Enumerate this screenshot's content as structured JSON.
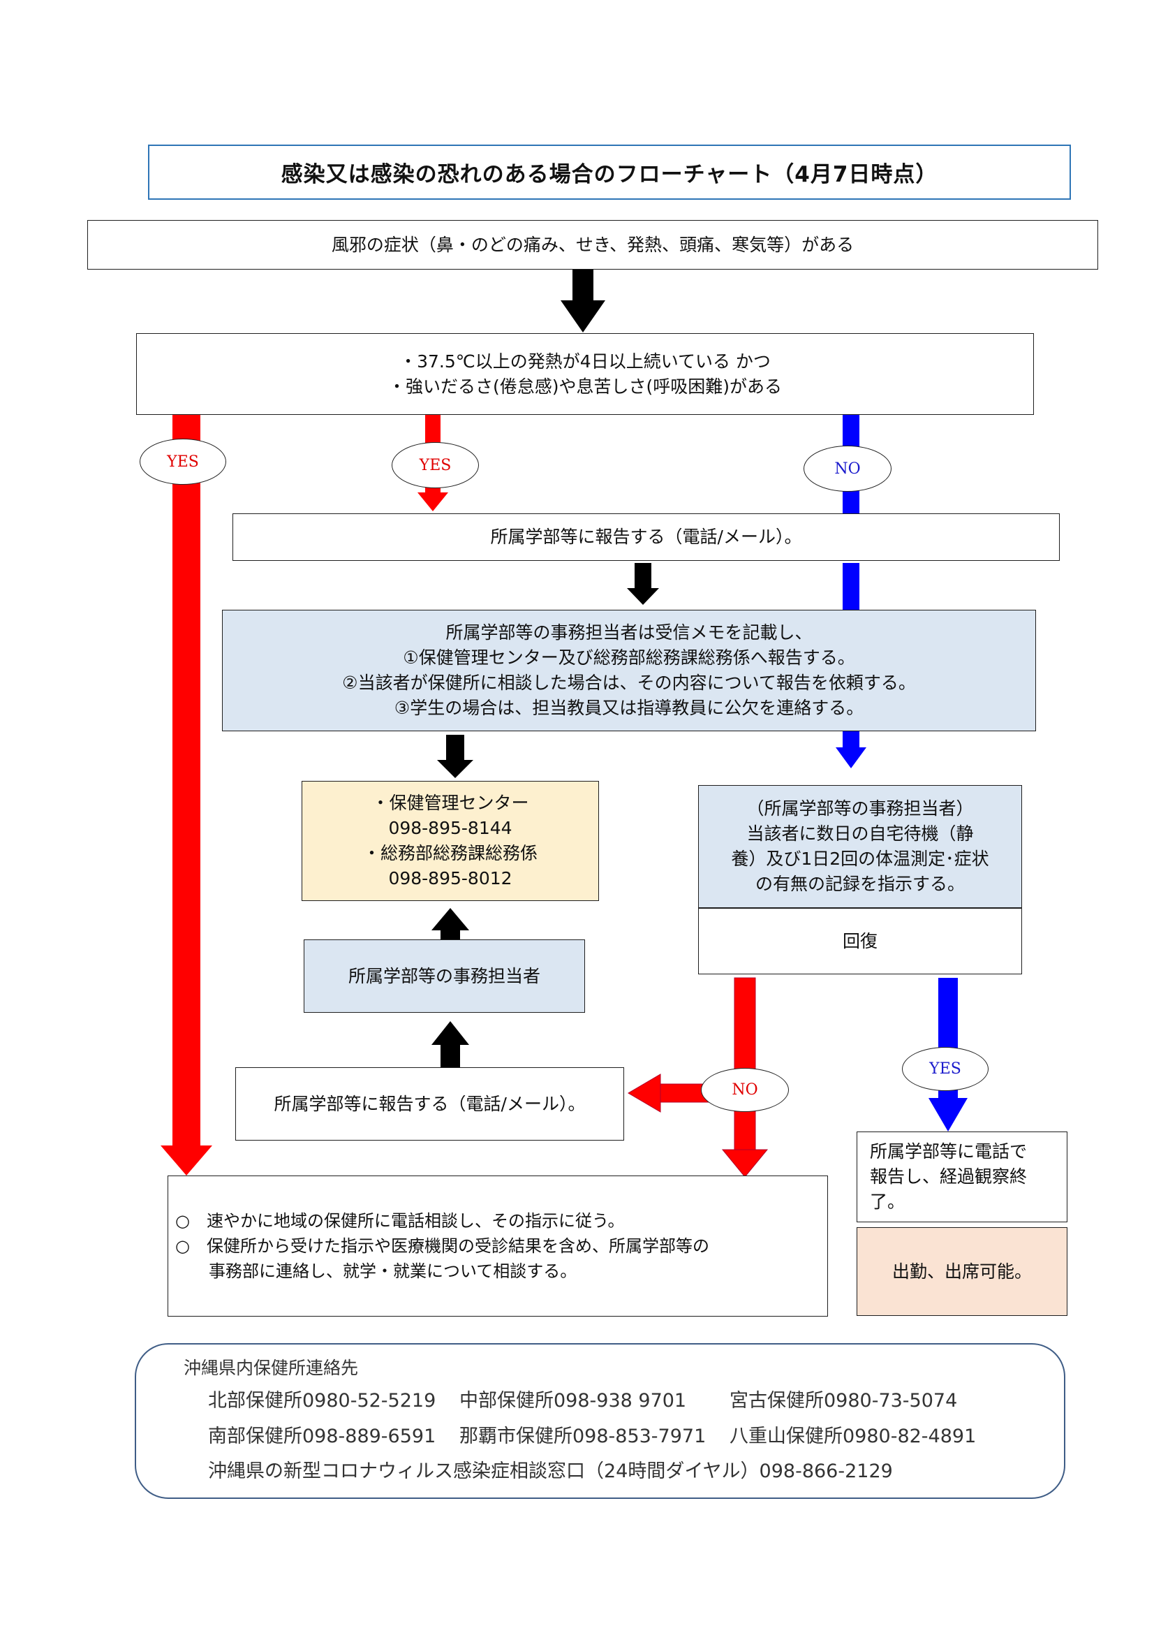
{
  "title": "感染又は感染の恐れのある場合のフローチャート（4月7日時点）",
  "step_symptoms": "風邪の症状（鼻・のどの痛み、せき、発熱、頭痛、寒気等）がある",
  "step_condition": {
    "line1": "・37.5℃以上の発熱が4日以上続いている かつ",
    "line2": "・強いだるさ(倦怠感)や息苦しさ(呼吸困難)がある"
  },
  "labels": {
    "yes_far_left": "YES",
    "yes_left": "YES",
    "no_right": "NO",
    "no_lower": "NO",
    "yes_lower": "YES"
  },
  "report_top": "所属学部等に報告する（電話/メール）。",
  "staff_actions": [
    "所属学部等の事務担当者は受信メモを記載し、",
    "①保健管理センター及び総務部総務課総務係へ報告する。",
    "②当該者が保健所に相談した場合は、その内容について報告を依頼する。",
    "③学生の場合は、担当教員又は指導教員に公欠を連絡する。"
  ],
  "contacts_box": [
    "・保健管理センター",
    "098-895-8144",
    "・総務部総務課総務係",
    "098-895-8012"
  ],
  "home_wait": [
    "（所属学部等の事務担当者）",
    "当該者に数日の自宅待機（静",
    "養）及び1日2回の体温測定･症状",
    "の有無の記録を指示する。"
  ],
  "recovery": "回復",
  "staff_person": "所属学部等の事務担当者",
  "report_bottom": "所属学部等に報告する（電話/メール）。",
  "instructions": [
    "○　速やかに地域の保健所に電話相談し、その指示に従う。",
    "○　保健所から受けた指示や医療機関の受診結果を含め、所属学部等の",
    "　　事務部に連絡し、就学・就業について相談する。"
  ],
  "phone_report": [
    "所属学部等に電話で",
    "報告し、経過観察終",
    "了。"
  ],
  "attend_ok": "出勤、出席可能。",
  "health_centers": {
    "heading": "沖縄県内保健所連絡先",
    "row1": [
      "北部保健所0980-52-5219",
      "中部保健所098-938 9701",
      "宮古保健所0980-73-5074"
    ],
    "row2": [
      "南部保健所098-889-6591",
      "那覇市保健所098-853-7971",
      "八重山保健所0980-82-4891"
    ],
    "hotline": "沖縄県の新型コロナウィルス感染症相談窓口（24時間ダイヤル）098-866-2129"
  },
  "colors": {
    "yes_arrow": "#ff0000",
    "no_arrow": "#0000ff",
    "flow_arrow": "#000000",
    "title_border": "#2e75b6",
    "staff_fill": "#dbe6f2",
    "contact_fill": "#fdf0cf",
    "attend_fill": "#fae3d3"
  }
}
